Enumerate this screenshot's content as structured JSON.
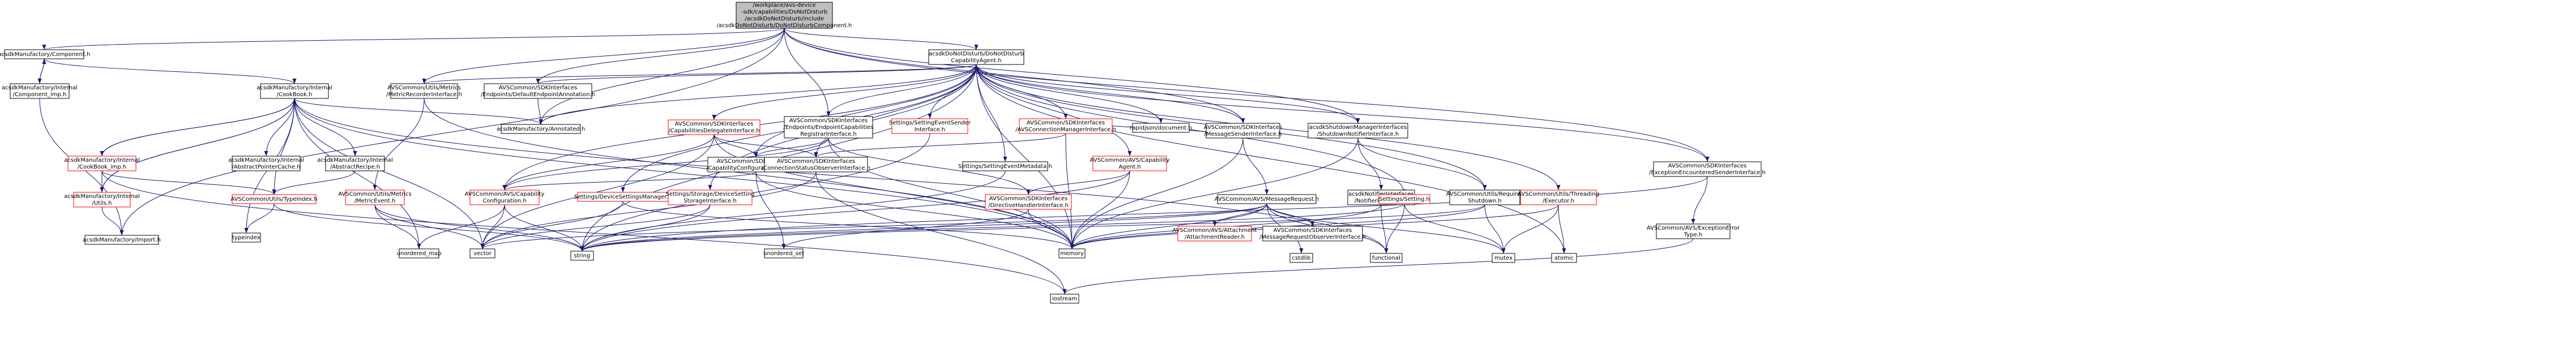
{
  "colors": {
    "edge": "#191970",
    "normal_border": "#000000",
    "red_border": "#ff0000",
    "root_fill": "#bfbfbf",
    "background": "#ffffff"
  },
  "nodes": [
    {
      "id": "root",
      "type": "root",
      "lines": [
        "/workplace/avs-device",
        "-sdk/capabilities/DoNotDisturb",
        "/acsdkDoNotDisturb/include",
        "/acsdkDoNotDisturb/DoNotDisturbComponent.h"
      ]
    },
    {
      "id": "component",
      "type": "normal",
      "lines": [
        "acsdkManufactory/Component.h"
      ]
    },
    {
      "id": "component_imp",
      "type": "normal",
      "lines": [
        "acsdkManufactory/Internal",
        "/Component_imp.h"
      ]
    },
    {
      "id": "cookbook",
      "type": "normal",
      "lines": [
        "acsdkManufactory/Internal",
        "/CookBook.h"
      ]
    },
    {
      "id": "cookbook_imp",
      "type": "red",
      "lines": [
        "acsdkManufactory/Internal",
        "/CookBook_imp.h"
      ]
    },
    {
      "id": "internal_utils",
      "type": "red",
      "lines": [
        "acsdkManufactory/Internal",
        "/Utils.h"
      ]
    },
    {
      "id": "import",
      "type": "normal",
      "lines": [
        "acsdkManufactory/Import.h"
      ]
    },
    {
      "id": "abstract_pointer_cache",
      "type": "normal",
      "lines": [
        "acsdkManufactory/Internal",
        "/AbstractPointerCache.h"
      ]
    },
    {
      "id": "abstract_recipe",
      "type": "normal",
      "lines": [
        "acsdkManufactory/Internal",
        "/AbstractRecipe.h"
      ]
    },
    {
      "id": "typeindex",
      "type": "normal",
      "lines": [
        "typeindex"
      ]
    },
    {
      "id": "type_index_h",
      "type": "red",
      "lines": [
        "AVSCommon/Utils/TypeIndex.h"
      ]
    },
    {
      "id": "metric_recorder",
      "type": "normal",
      "lines": [
        "AVSCommon/Utils/Metrics",
        "/MetricRecorderInterface.h"
      ]
    },
    {
      "id": "metric_event",
      "type": "red",
      "lines": [
        "AVSCommon/Utils/Metrics",
        "/MetricEvent.h"
      ]
    },
    {
      "id": "unordered_map",
      "type": "normal",
      "lines": [
        "unordered_map"
      ]
    },
    {
      "id": "vector",
      "type": "normal",
      "lines": [
        "vector"
      ]
    },
    {
      "id": "default_endpoint",
      "type": "normal",
      "lines": [
        "AVSCommon/SDKInterfaces",
        "/Endpoints/DefaultEndpointAnnotation.h"
      ]
    },
    {
      "id": "annotated",
      "type": "normal",
      "lines": [
        "acsdkManufactory/Annotated.h"
      ]
    },
    {
      "id": "dnd_agent",
      "type": "normal",
      "lines": [
        "acsdkDoNotDisturb/DoNotDisturb",
        "CapabilityAgent.h"
      ]
    },
    {
      "id": "cap_delegate",
      "type": "red",
      "lines": [
        "AVSCommon/SDKInterfaces",
        "/CapabilitiesDelegateInterface.h"
      ]
    },
    {
      "id": "endpoint_cap_reg",
      "type": "normal",
      "lines": [
        "AVSCommon/SDKInterfaces",
        "/Endpoints/EndpointCapabilities",
        "RegistrarInterface.h"
      ]
    },
    {
      "id": "settings_event_sender",
      "type": "red",
      "lines": [
        "Settings/SettingEventSender",
        "Interface.h"
      ]
    },
    {
      "id": "avs_conn_mgr",
      "type": "red",
      "lines": [
        "AVSCommon/SDKInterfaces",
        "/AVSConnectionManagerInterface.h"
      ]
    },
    {
      "id": "rapidjson",
      "type": "normal",
      "lines": [
        "rapidjson/document.h"
      ]
    },
    {
      "id": "msg_sender",
      "type": "normal",
      "lines": [
        "AVSCommon/SDKInterfaces",
        "/MessageSenderInterface.h"
      ]
    },
    {
      "id": "shutdown_mgr",
      "type": "normal",
      "lines": [
        "acsdkShutdownManagerInterfaces",
        "/ShutdownNotifierInterface.h"
      ]
    },
    {
      "id": "exception_sender",
      "type": "normal",
      "lines": [
        "AVSCommon/SDKInterfaces",
        "/ExceptionEncounteredSenderInterface.h"
      ]
    },
    {
      "id": "cap_config_iface",
      "type": "normal",
      "lines": [
        "AVSCommon/SDKInterfaces",
        "/CapabilityConfigurationInterface.h"
      ]
    },
    {
      "id": "conn_status_observer",
      "type": "normal",
      "lines": [
        "AVSCommon/SDKInterfaces",
        "/ConnectionStatusObserverInterface.h"
      ]
    },
    {
      "id": "setting_event_metadata",
      "type": "normal",
      "lines": [
        "Settings/SettingEventMetadata.h"
      ]
    },
    {
      "id": "avs_cap_agent",
      "type": "red",
      "lines": [
        "AVSCommon/AVS/Capability",
        "Agent.h"
      ]
    },
    {
      "id": "directive_handler",
      "type": "red",
      "lines": [
        "AVSCommon/SDKInterfaces",
        "/DirectiveHandlerInterface.h"
      ]
    },
    {
      "id": "avs_cap_config",
      "type": "red",
      "lines": [
        "AVSCommon/AVS/Capability",
        "Configuration.h"
      ]
    },
    {
      "id": "device_settings_mgr",
      "type": "red",
      "lines": [
        "Settings/DeviceSettingsManager.h"
      ]
    },
    {
      "id": "storage_iface",
      "type": "red",
      "lines": [
        "Settings/Storage/DeviceSetting",
        "StorageInterface.h"
      ]
    },
    {
      "id": "message_request",
      "type": "normal",
      "lines": [
        "AVSCommon/AVS/MessageRequest.h"
      ]
    },
    {
      "id": "attachment_reader",
      "type": "red",
      "lines": [
        "AVSCommon/AVS/Attachment",
        "/AttachmentReader.h"
      ]
    },
    {
      "id": "msg_request_observer",
      "type": "normal",
      "lines": [
        "AVSCommon/SDKInterfaces",
        "/MessageRequestObserverInterface.h"
      ]
    },
    {
      "id": "notifier_iface",
      "type": "normal",
      "lines": [
        "acsdkNotifierInterfaces",
        "/NotifierInterface.h"
      ]
    },
    {
      "id": "setting_h",
      "type": "red",
      "lines": [
        "Settings/Setting.h"
      ]
    },
    {
      "id": "requires_shutdown",
      "type": "normal",
      "lines": [
        "AVSCommon/Utils/Requires",
        "Shutdown.h"
      ]
    },
    {
      "id": "executor",
      "type": "red",
      "lines": [
        "AVSCommon/Utils/Threading",
        "/Executor.h"
      ]
    },
    {
      "id": "exception_error_type",
      "type": "normal",
      "lines": [
        "AVSCommon/AVS/ExceptionError",
        "Type.h"
      ]
    },
    {
      "id": "string",
      "type": "normal",
      "lines": [
        "string"
      ]
    },
    {
      "id": "memory",
      "type": "normal",
      "lines": [
        "memory"
      ]
    },
    {
      "id": "unordered_set",
      "type": "normal",
      "lines": [
        "unordered_set"
      ]
    },
    {
      "id": "cstdlib",
      "type": "normal",
      "lines": [
        "cstdlib"
      ]
    },
    {
      "id": "functional",
      "type": "normal",
      "lines": [
        "functional"
      ]
    },
    {
      "id": "mutex",
      "type": "normal",
      "lines": [
        "mutex"
      ]
    },
    {
      "id": "atomic",
      "type": "normal",
      "lines": [
        "atomic"
      ]
    },
    {
      "id": "iostream",
      "type": "normal",
      "lines": [
        "iostream"
      ]
    }
  ],
  "edges": [
    [
      "root",
      "component"
    ],
    [
      "root",
      "dnd_agent"
    ],
    [
      "root",
      "metric_recorder"
    ],
    [
      "root",
      "default_endpoint"
    ],
    [
      "root",
      "annotated"
    ],
    [
      "root",
      "msg_sender"
    ],
    [
      "root",
      "shutdown_mgr"
    ],
    [
      "root",
      "exception_sender"
    ],
    [
      "root",
      "import"
    ],
    [
      "root",
      "endpoint_cap_reg"
    ],
    [
      "component",
      "component_imp"
    ],
    [
      "component",
      "cookbook"
    ],
    [
      "component_imp",
      "component"
    ],
    [
      "component_imp",
      "import"
    ],
    [
      "cookbook",
      "cookbook_imp"
    ],
    [
      "cookbook",
      "abstract_pointer_cache"
    ],
    [
      "cookbook",
      "abstract_recipe"
    ],
    [
      "cookbook",
      "annotated"
    ],
    [
      "cookbook",
      "type_index_h"
    ],
    [
      "cookbook",
      "typeindex"
    ],
    [
      "cookbook",
      "unordered_map"
    ],
    [
      "cookbook",
      "vector"
    ],
    [
      "cookbook",
      "memory"
    ],
    [
      "cookbook",
      "functional"
    ],
    [
      "cookbook",
      "internal_utils"
    ],
    [
      "cookbook_imp",
      "cookbook"
    ],
    [
      "cookbook_imp",
      "internal_utils"
    ],
    [
      "cookbook_imp",
      "iostream"
    ],
    [
      "cookbook_imp",
      "type_index_h"
    ],
    [
      "internal_utils",
      "cookbook"
    ],
    [
      "internal_utils",
      "import"
    ],
    [
      "abstract_recipe",
      "type_index_h"
    ],
    [
      "type_index_h",
      "typeindex"
    ],
    [
      "type_index_h",
      "string"
    ],
    [
      "metric_recorder",
      "metric_event"
    ],
    [
      "metric_recorder",
      "memory"
    ],
    [
      "metric_event",
      "unordered_map"
    ],
    [
      "metric_event",
      "vector"
    ],
    [
      "metric_event",
      "string"
    ],
    [
      "default_endpoint",
      "annotated"
    ],
    [
      "dnd_agent",
      "annotated"
    ],
    [
      "dnd_agent",
      "metric_recorder"
    ],
    [
      "dnd_agent",
      "default_endpoint"
    ],
    [
      "dnd_agent",
      "cap_delegate"
    ],
    [
      "dnd_agent",
      "endpoint_cap_reg"
    ],
    [
      "dnd_agent",
      "settings_event_sender"
    ],
    [
      "dnd_agent",
      "avs_conn_mgr"
    ],
    [
      "dnd_agent",
      "rapidjson"
    ],
    [
      "dnd_agent",
      "msg_sender"
    ],
    [
      "dnd_agent",
      "shutdown_mgr"
    ],
    [
      "dnd_agent",
      "exception_sender"
    ],
    [
      "dnd_agent",
      "cap_config_iface"
    ],
    [
      "dnd_agent",
      "conn_status_observer"
    ],
    [
      "dnd_agent",
      "setting_event_metadata"
    ],
    [
      "dnd_agent",
      "avs_cap_agent"
    ],
    [
      "dnd_agent",
      "avs_cap_config"
    ],
    [
      "dnd_agent",
      "device_settings_mgr"
    ],
    [
      "dnd_agent",
      "storage_iface"
    ],
    [
      "dnd_agent",
      "setting_h"
    ],
    [
      "dnd_agent",
      "requires_shutdown"
    ],
    [
      "dnd_agent",
      "executor"
    ],
    [
      "dnd_agent",
      "memory"
    ],
    [
      "dnd_agent",
      "string"
    ],
    [
      "dnd_agent",
      "atomic"
    ],
    [
      "cap_delegate",
      "cap_config_iface"
    ],
    [
      "cap_delegate",
      "avs_cap_config"
    ],
    [
      "cap_delegate",
      "conn_status_observer"
    ],
    [
      "cap_delegate",
      "vector"
    ],
    [
      "cap_delegate",
      "memory"
    ],
    [
      "endpoint_cap_reg",
      "cap_config_iface"
    ],
    [
      "endpoint_cap_reg",
      "directive_handler"
    ],
    [
      "endpoint_cap_reg",
      "avs_cap_config"
    ],
    [
      "endpoint_cap_reg",
      "memory"
    ],
    [
      "settings_event_sender",
      "string"
    ],
    [
      "avs_conn_mgr",
      "conn_status_observer"
    ],
    [
      "avs_conn_mgr",
      "msg_sender"
    ],
    [
      "avs_conn_mgr",
      "memory"
    ],
    [
      "msg_sender",
      "message_request"
    ],
    [
      "msg_sender",
      "memory"
    ],
    [
      "shutdown_mgr",
      "notifier_iface"
    ],
    [
      "shutdown_mgr",
      "requires_shutdown"
    ],
    [
      "shutdown_mgr",
      "memory"
    ],
    [
      "exception_sender",
      "exception_error_type"
    ],
    [
      "exception_sender",
      "string"
    ],
    [
      "cap_config_iface",
      "avs_cap_config"
    ],
    [
      "cap_config_iface",
      "unordered_set"
    ],
    [
      "cap_config_iface",
      "memory"
    ],
    [
      "conn_status_observer",
      "iostream"
    ],
    [
      "conn_status_observer",
      "vector"
    ],
    [
      "setting_event_metadata",
      "string"
    ],
    [
      "avs_cap_agent",
      "directive_handler"
    ],
    [
      "avs_cap_agent",
      "memory"
    ],
    [
      "avs_cap_agent",
      "string"
    ],
    [
      "directive_handler",
      "memory"
    ],
    [
      "directive_handler",
      "unordered_set"
    ],
    [
      "avs_cap_config",
      "unordered_map"
    ],
    [
      "avs_cap_config",
      "vector"
    ],
    [
      "avs_cap_config",
      "string"
    ],
    [
      "device_settings_mgr",
      "vector"
    ],
    [
      "device_settings_mgr",
      "memory"
    ],
    [
      "storage_iface",
      "vector"
    ],
    [
      "storage_iface",
      "string"
    ],
    [
      "message_request",
      "attachment_reader"
    ],
    [
      "message_request",
      "msg_request_observer"
    ],
    [
      "message_request",
      "cstdlib"
    ],
    [
      "message_request",
      "functional"
    ],
    [
      "message_request",
      "memory"
    ],
    [
      "message_request",
      "mutex"
    ],
    [
      "message_request",
      "string"
    ],
    [
      "message_request",
      "vector"
    ],
    [
      "notifier_iface",
      "functional"
    ],
    [
      "notifier_iface",
      "memory"
    ],
    [
      "setting_h",
      "functional"
    ],
    [
      "setting_h",
      "mutex"
    ],
    [
      "setting_h",
      "string"
    ],
    [
      "requires_shutdown",
      "memory"
    ],
    [
      "requires_shutdown",
      "mutex"
    ],
    [
      "requires_shutdown",
      "string"
    ],
    [
      "executor",
      "atomic"
    ],
    [
      "executor",
      "mutex"
    ],
    [
      "executor",
      "memory"
    ],
    [
      "exception_error_type",
      "iostream"
    ]
  ]
}
